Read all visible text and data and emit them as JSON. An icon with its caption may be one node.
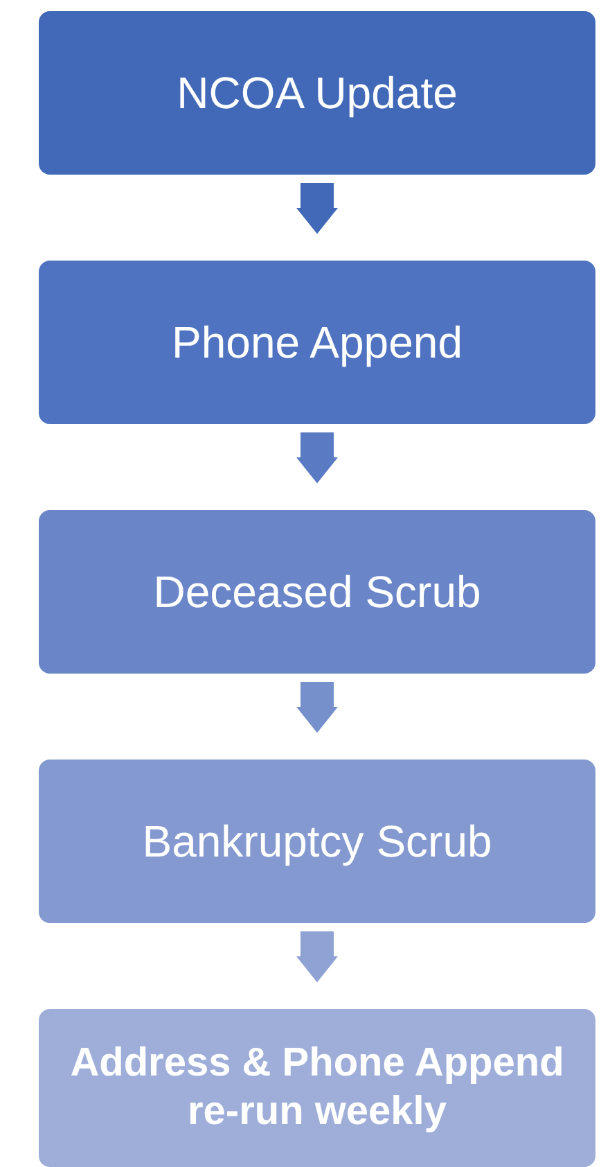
{
  "diagram": {
    "nodes": [
      {
        "text": [
          "NCOA Update"
        ]
      },
      {
        "text": [
          "Phone Append"
        ]
      },
      {
        "text": [
          "Deceased Scrub"
        ]
      },
      {
        "text": [
          "Bankruptcy Scrub"
        ]
      },
      {
        "text": [
          "Address & Phone Append re-run weekly"
        ]
      }
    ],
    "edges": [
      {
        "from": 0,
        "to": 1,
        "arrow": "to",
        "color": "#4169b8"
      },
      {
        "from": 1,
        "to": 2,
        "arrow": "to",
        "color": "#5a7ac4"
      },
      {
        "from": 2,
        "to": 3,
        "arrow": "to",
        "color": "#7690cc"
      },
      {
        "from": 3,
        "to": 4,
        "arrow": "to",
        "color": "#8fa2d4"
      }
    ]
  }
}
